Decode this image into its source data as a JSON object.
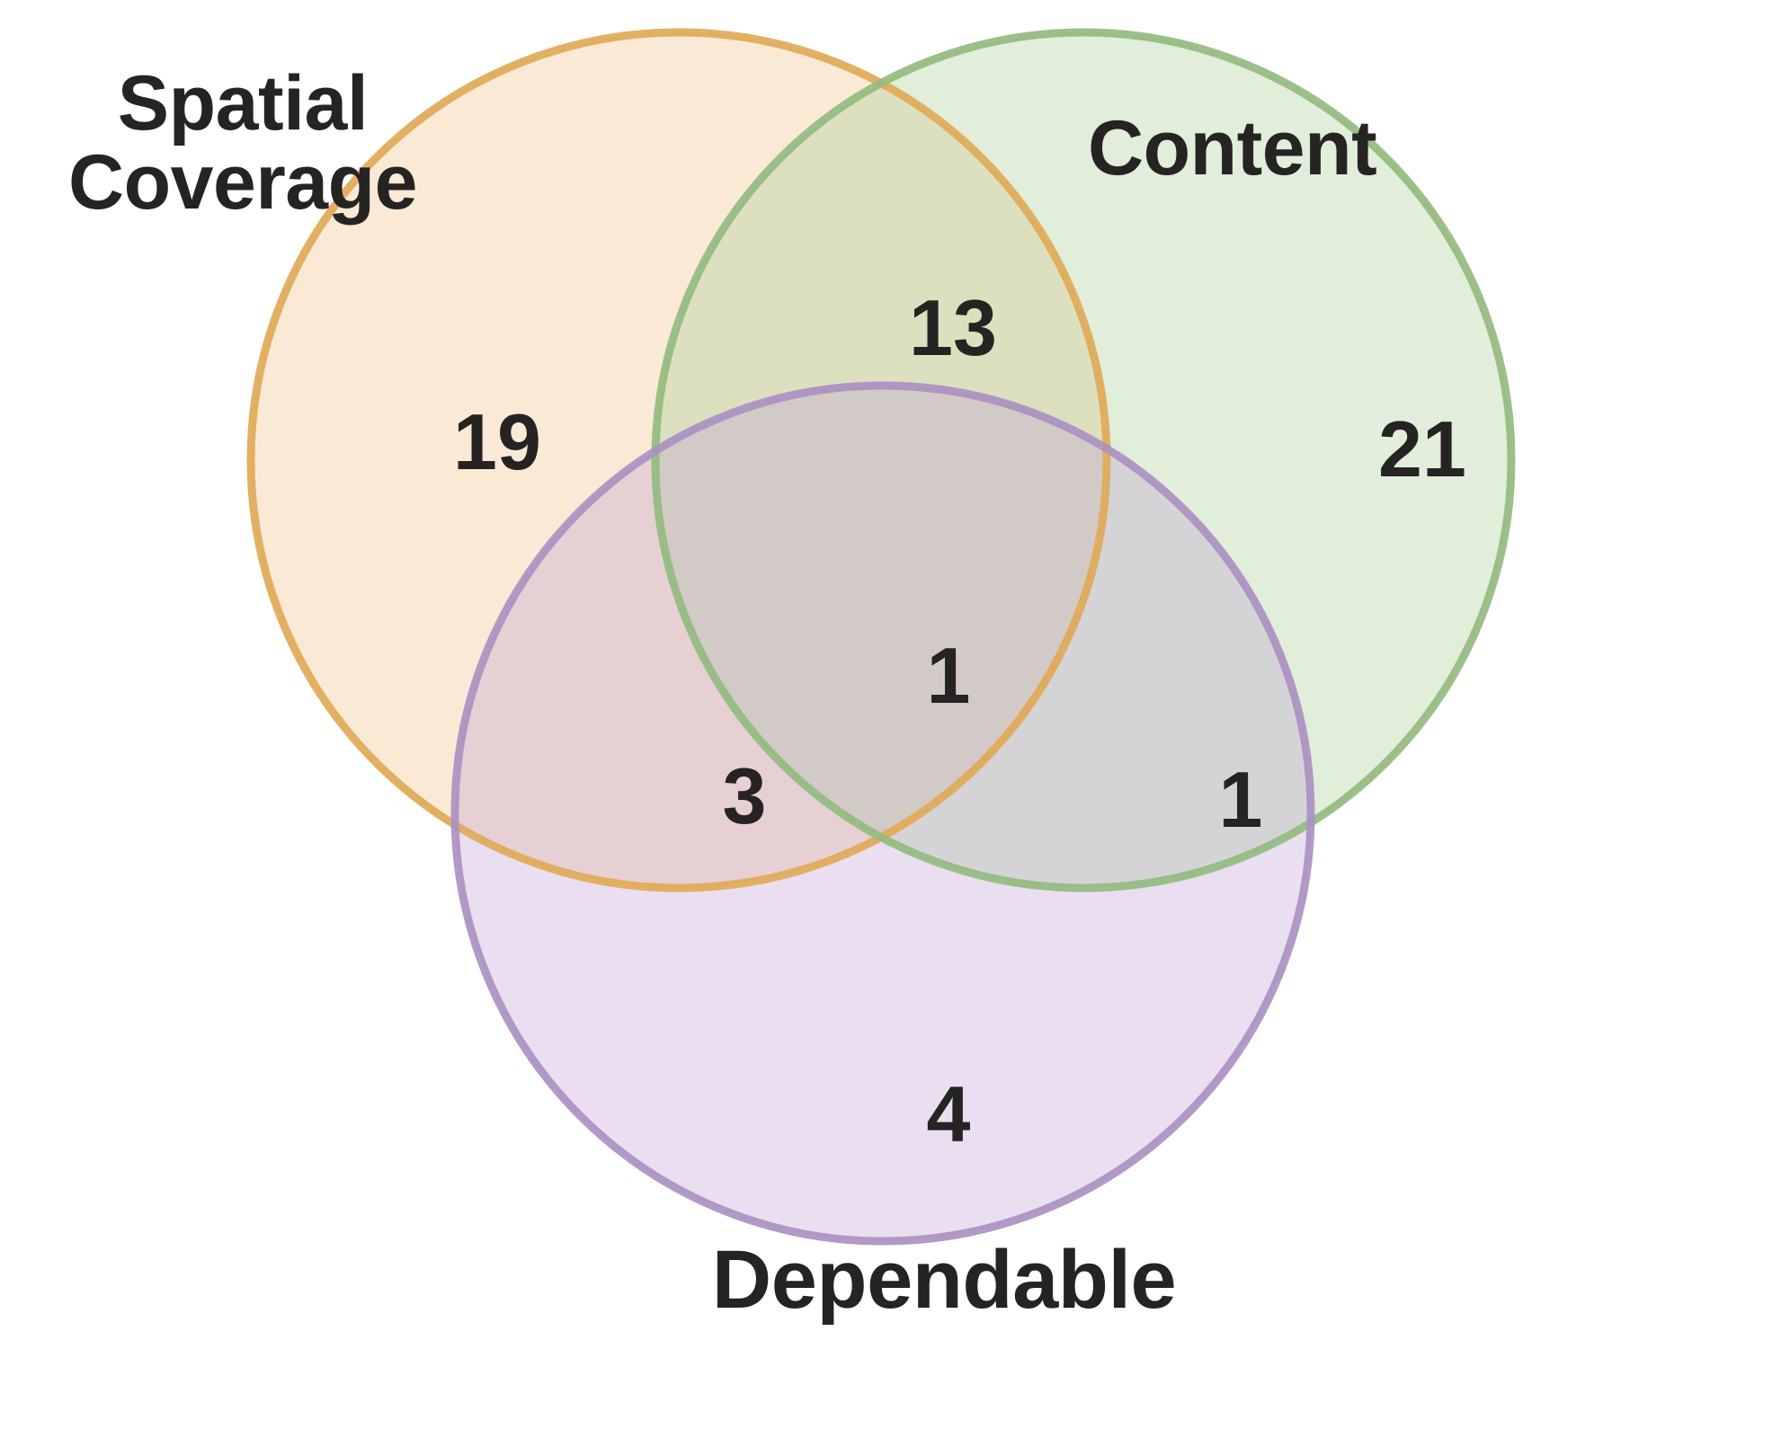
{
  "chart_data": {
    "type": "venn",
    "title": "",
    "sets": [
      {
        "id": "spatial",
        "label": "Spatial\nCoverage",
        "fill": "#FCEBD9",
        "stroke": "#DFA957",
        "only_value": 19
      },
      {
        "id": "content",
        "label": "Content",
        "fill": "#E2EDDE",
        "stroke": "#92BB7F",
        "only_value": 21
      },
      {
        "id": "dependable",
        "label": "Dependable",
        "fill": "#E5DCEA",
        "stroke": "#AB90C1",
        "only_value": 4
      }
    ],
    "regions": [
      {
        "id": "spatial-only",
        "sets": [
          "spatial"
        ],
        "value": 19
      },
      {
        "id": "content-only",
        "sets": [
          "content"
        ],
        "value": 21
      },
      {
        "id": "dependable-only",
        "sets": [
          "dependable"
        ],
        "value": 4
      },
      {
        "id": "spatial-content",
        "sets": [
          "spatial",
          "content"
        ],
        "value": 13
      },
      {
        "id": "spatial-dependable",
        "sets": [
          "spatial",
          "dependable"
        ],
        "value": 3
      },
      {
        "id": "content-dependable",
        "sets": [
          "content",
          "dependable"
        ],
        "value": 1
      },
      {
        "id": "spatial-content-dependable",
        "sets": [
          "spatial",
          "content",
          "dependable"
        ],
        "value": 1
      }
    ],
    "labels": {
      "spatial_line1": "Spatial",
      "spatial_line2": "Coverage",
      "content": "Content",
      "dependable": "Dependable"
    },
    "counts": {
      "spatial_only": "19",
      "content_only": "21",
      "dependable_only": "4",
      "spatial_content": "13",
      "spatial_dependable": "3",
      "content_dependable": "1",
      "all_three": "1"
    },
    "colors": {
      "background": "#FFFFFF",
      "text": "#262323",
      "spatial_fill": "#FCEBD9",
      "spatial_stroke": "#DFA957",
      "content_fill": "#E2EDDE",
      "content_stroke": "#92BB7F",
      "dependable_fill": "#E5DCEA",
      "dependable_stroke": "#AB90C1"
    },
    "legend": "none",
    "grid": false
  }
}
